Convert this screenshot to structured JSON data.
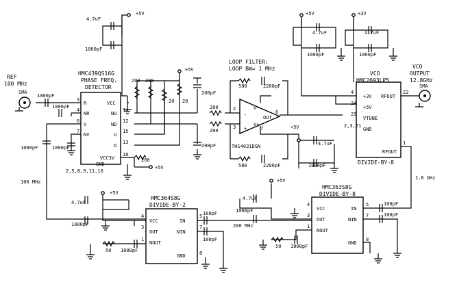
{
  "ref": {
    "line1": "REF",
    "line2": "100 MHz",
    "connector": "SMA"
  },
  "vco_out": {
    "line1": "VCO",
    "line2": "OUTPUT",
    "line3": "12.8GHz",
    "connector": "SMA"
  },
  "pfd": {
    "title1": "HMC439QS16G",
    "title2": "PHASE FREQ.",
    "title3": "DETECTOR",
    "pins": {
      "r": "R",
      "nr": "NR",
      "v": "V",
      "nv": "NV",
      "vcc": "VCC",
      "nu": "NU",
      "nd": "ND",
      "u": "U",
      "d": "D",
      "vcc3v": "VCC3V",
      "gnd": "GND"
    },
    "pin_nums": {
      "r": "3",
      "nr": "4",
      "v": "6",
      "nv": "7",
      "vcc": "14",
      "nu": "12",
      "nd": "15",
      "u": "13",
      "d": "",
      "vcc3v": "10"
    },
    "gnd_pins": "2,5,8,9,11,16"
  },
  "loop_filter": {
    "line1": "LOOP FILTER:",
    "line2": "LOOP BW= 1 MHz",
    "opamp": "THS4031DGN",
    "vminus": "V-",
    "vplus": "V+",
    "out": "OUT"
  },
  "vco": {
    "title1": "VCO",
    "title2": "HMC2693LP5",
    "footer": "DIVIDE-BY-8",
    "pins": {
      "p3v": "+3V",
      "p5v": "+5V",
      "vtune": "VTUNE",
      "gnd": "GND",
      "rfout": "RFOUT",
      "rfout2": "RFOUT"
    },
    "pin_nums": {
      "p3v": "4",
      "p5v": "24",
      "vtune": "29",
      "gnd": "2,3,21",
      "rfout": "22",
      "rfout2": "1"
    }
  },
  "div2": {
    "title1": "HMC364S8G",
    "title2": "DIVIDE-BY-2",
    "pins": {
      "vcc": "VCC",
      "out": "OUT",
      "nout": "NOUT",
      "in": "IN",
      "nin": "NIN",
      "gnd": "GND"
    },
    "pin_nums": {
      "vcc": "4",
      "out": "3",
      "nout": "1",
      "in": "5",
      "nin": "7",
      "gnd": "8"
    }
  },
  "div8": {
    "title1": "HMC363S8G",
    "title2": "DIVIDE-BY-8",
    "pins": {
      "vcc": "VCC",
      "out": "OUT",
      "nout": "NOUT",
      "in": "IN",
      "nin": "NIN",
      "gnd": "GND"
    },
    "pin_nums": {
      "vcc": "4",
      "out": "3",
      "nout": "1",
      "in": "5",
      "nin": "7",
      "gnd": "8"
    }
  },
  "supplies": {
    "p5v": "+5V",
    "p3v": "+3V"
  },
  "values": {
    "c1000p": "1000pF",
    "c4u7": "4.7uF",
    "c100p": "100pF",
    "c200p": "200pF",
    "c2200p": "2200pF",
    "r200": "200",
    "r20": "20",
    "r580": "580",
    "r50": "50"
  },
  "freqs": {
    "f100m": "100 MHz",
    "f200m": "200 MHz",
    "f1g6": "1.6 GHz"
  },
  "colors": {
    "ink": "#000000",
    "paper": "#ffffff"
  }
}
